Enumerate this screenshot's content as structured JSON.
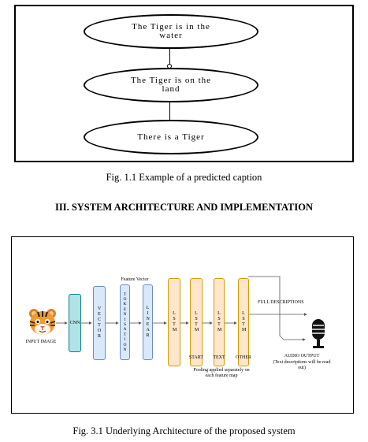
{
  "figure1": {
    "nodes": [
      "The Tiger is in the water",
      "The Tiger is on the land",
      "There is a Tiger"
    ],
    "caption": "Fig. 1.1  Example of a predicted caption"
  },
  "section_heading": "III. SYSTEM ARCHITECTURE AND IMPLEMENTATION",
  "figure2": {
    "input_label": "INPUT IMAGE",
    "cnn_label": "CNN",
    "feature_vector_label": "Feature Vector",
    "blocks": [
      {
        "letters": "V E C T O R"
      },
      {
        "letters": "T O K E N I S A T I O N"
      },
      {
        "letters": "L I N E A R"
      },
      {
        "letters": "L S T M"
      },
      {
        "letters": "L S T M"
      },
      {
        "letters": "L S T M"
      },
      {
        "letters": "L S T M"
      }
    ],
    "lstm_bottom_labels": [
      "START",
      "TEXT",
      "OTHER"
    ],
    "pooling_note": "Pooling applied separately on each feature map",
    "full_descriptions_label": "FULL DESCRIPTIONS",
    "audio_output_label": "AUDIO OUTPUT",
    "audio_output_note": "(Text descriptions will be read out)",
    "icons": [
      "tiger-icon",
      "microphone-icon"
    ],
    "colors": {
      "blue_fill": "#dae8fc",
      "blue_border": "#6c8ebf",
      "teal_fill": "#b0e3e6",
      "orange_fill": "#ffe6cc",
      "orange_border": "#d79b00"
    },
    "caption": "Fig. 3.1  Underlying Architecture of the proposed system"
  }
}
